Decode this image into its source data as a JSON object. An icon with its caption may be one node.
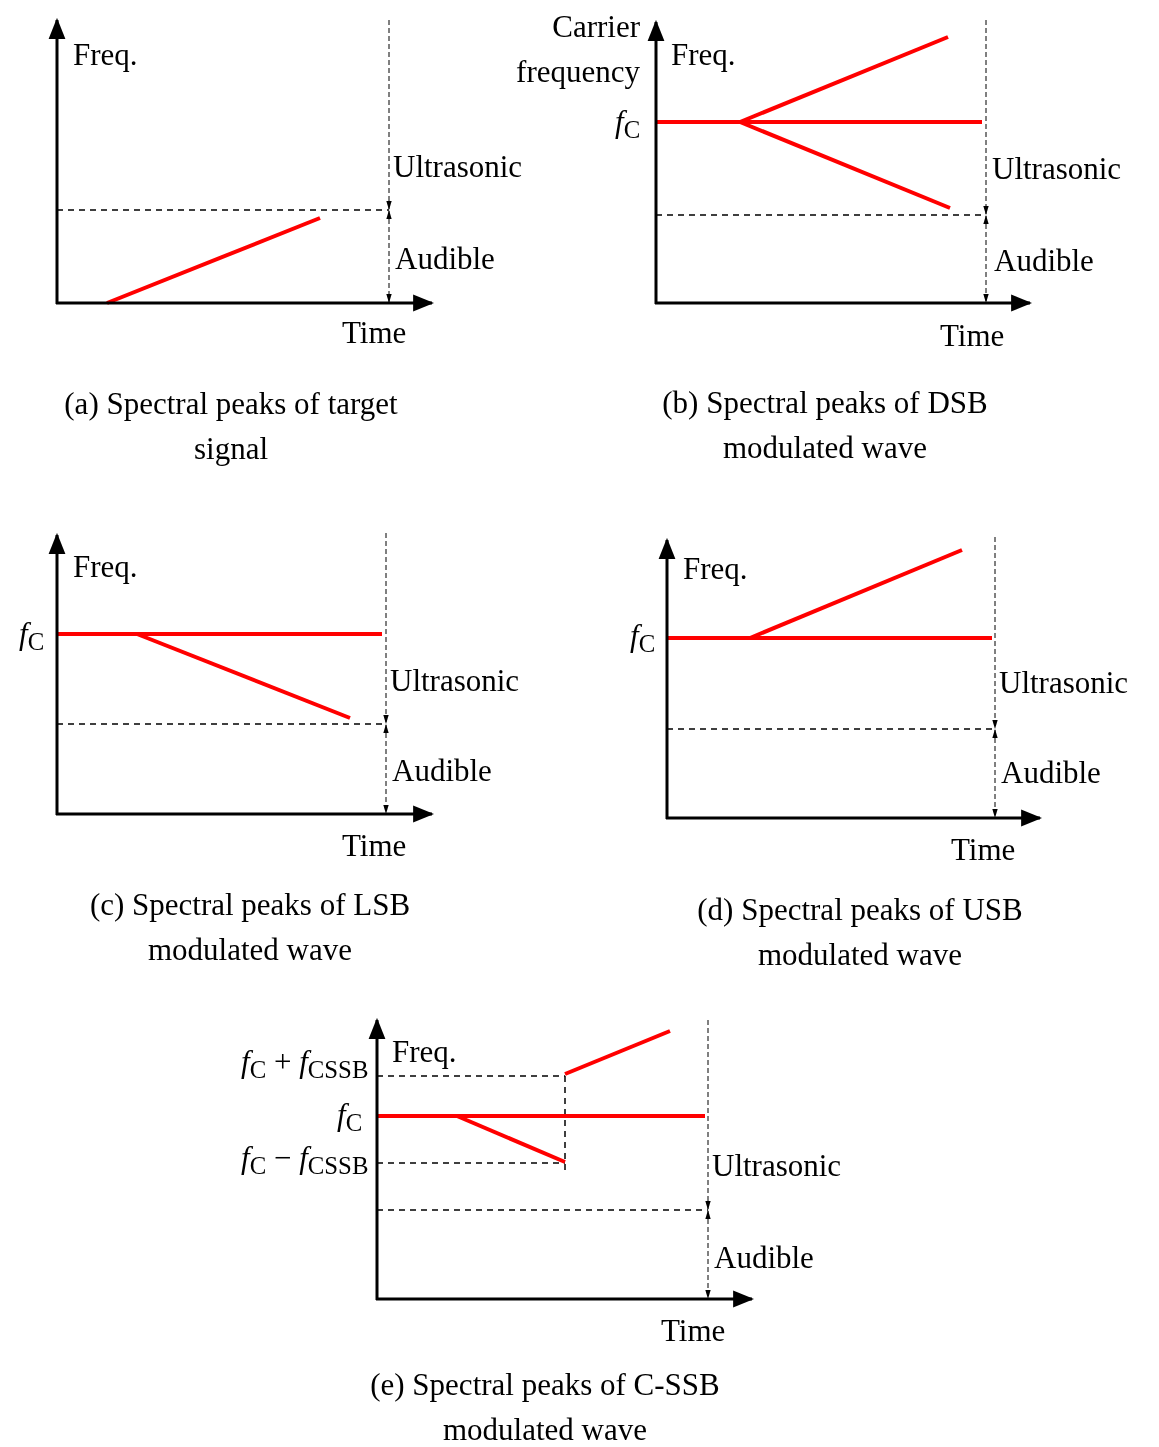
{
  "diagram": {
    "labels": [
      "Freq.",
      "Ultrasonic",
      "Audible",
      "Time",
      "(a) Spectral peaks of target signal",
      "Carrier frequency",
      "Freq.",
      "*f*$_{C}$",
      "Ultrasonic",
      "Audible",
      "Time",
      "(b) Spectral peaks of DSB modulated wave",
      "Freq.",
      "*f*$_{C}$",
      "Ultrasonic",
      "Audible",
      "Time",
      "(c) Spectral peaks of LSB modulated wave",
      "Freq.",
      "*f*$_{C}$",
      "Ultrasonic",
      "Audible",
      "Time",
      "(d) Spectral peaks of USB modulated wave",
      "*f*$_{C}$ + *f*$_{CSSB}$",
      "Freq.",
      "*f*$_{C}$",
      "*f*$_{C}$ − *f*$_{CSSB}$",
      "Ultrasonic",
      "Audible",
      "Time",
      "(e) Spectral peaks of C-SSB modulated wave"
    ]
  }
}
